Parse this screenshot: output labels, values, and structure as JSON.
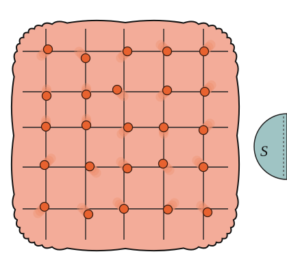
{
  "colors": {
    "blob_fill": "#f3ac99",
    "blob_stroke": "#111111",
    "grid_line": "#222222",
    "atom_fill": "#e8622f",
    "atom_ghost": "#ee8f6e",
    "atom_stroke": "#3a1a10",
    "circle_fill": "#9fc4c4",
    "circle_stroke": "#222222"
  },
  "lattice": {
    "rows": 5,
    "cols": 5,
    "rows_shifted": [
      0,
      0,
      0,
      0,
      0
    ]
  },
  "side_circle": {
    "label": "S"
  }
}
